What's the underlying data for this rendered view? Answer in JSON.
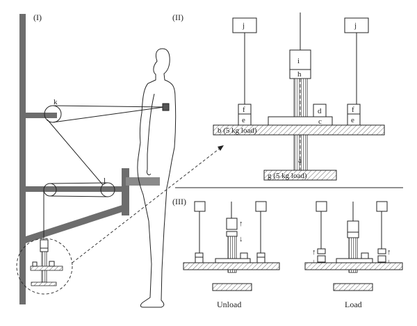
{
  "panels": {
    "panel_1": "(I)",
    "panel_2": "(II)",
    "panel_3": "(III)"
  },
  "labels": {
    "k": "k",
    "l": "l",
    "j_left": "j",
    "j_right": "j",
    "i": "i",
    "h": "h",
    "f_left": "f",
    "f_right": "f",
    "e_left": "e",
    "e_right": "e",
    "d": "d",
    "c": "c",
    "b": "b (5 kg load)",
    "a": "a",
    "g": "g (5 kg load)"
  },
  "captions": {
    "unload": "Unload",
    "load": "Load"
  },
  "colors": {
    "frame": "#6d6d6d",
    "line": "#222222"
  }
}
